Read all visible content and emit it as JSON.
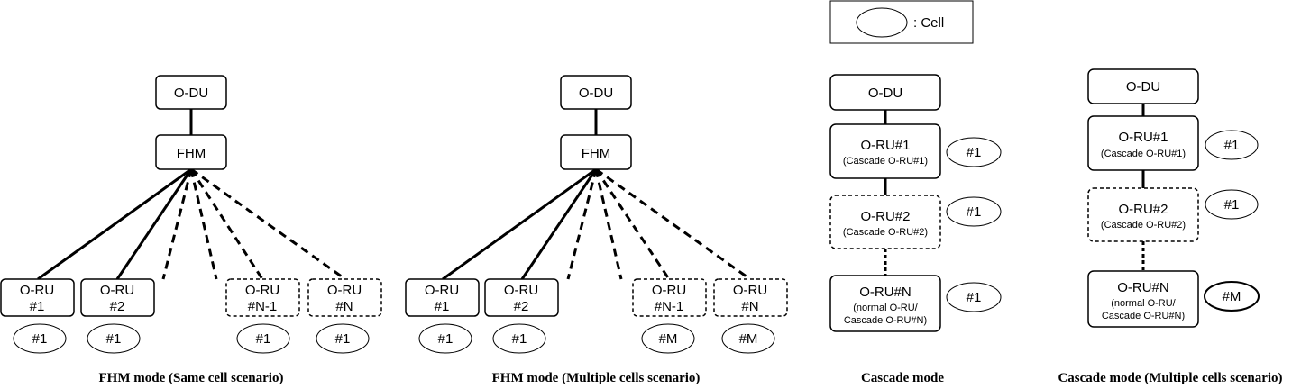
{
  "legend": {
    "label": ": Cell"
  },
  "diagrams": [
    {
      "caption": "FHM mode (Same cell scenario)",
      "odu": "O-DU",
      "fhm": "FHM",
      "rus": [
        {
          "line1": "O-RU",
          "line2": "#1",
          "cell": "#1"
        },
        {
          "line1": "O-RU",
          "line2": "#2",
          "cell": "#1"
        },
        {
          "line1": "O-RU",
          "line2": "#N-1",
          "cell": "#1"
        },
        {
          "line1": "O-RU",
          "line2": "#N",
          "cell": "#1"
        }
      ]
    },
    {
      "caption": "FHM mode (Multiple cells scenario)",
      "odu": "O-DU",
      "fhm": "FHM",
      "rus": [
        {
          "line1": "O-RU",
          "line2": "#1",
          "cell": "#1"
        },
        {
          "line1": "O-RU",
          "line2": "#2",
          "cell": "#1"
        },
        {
          "line1": "O-RU",
          "line2": "#N-1",
          "cell": "#M"
        },
        {
          "line1": "O-RU",
          "line2": "#N",
          "cell": "#M"
        }
      ]
    },
    {
      "caption": "Cascade mode",
      "odu": "O-DU",
      "rus": [
        {
          "title": "O-RU#1",
          "sub1": "(Cascade O-RU#1)",
          "cell": "#1"
        },
        {
          "title": "O-RU#2",
          "sub1": "(Cascade O-RU#2)",
          "cell": "#1"
        },
        {
          "title": "O-RU#N",
          "sub1": "(normal O-RU/",
          "sub2": "Cascade O-RU#N)",
          "cell": "#1"
        }
      ]
    },
    {
      "caption": "Cascade mode (Multiple  cells scenario)",
      "odu": "O-DU",
      "rus": [
        {
          "title": "O-RU#1",
          "sub1": "(Cascade O-RU#1)",
          "cell": "#1"
        },
        {
          "title": "O-RU#2",
          "sub1": "(Cascade O-RU#2)",
          "cell": "#1"
        },
        {
          "title": "O-RU#N",
          "sub1": "(normal O-RU/",
          "sub2": "Cascade O-RU#N)",
          "cell": "#M"
        }
      ]
    }
  ]
}
